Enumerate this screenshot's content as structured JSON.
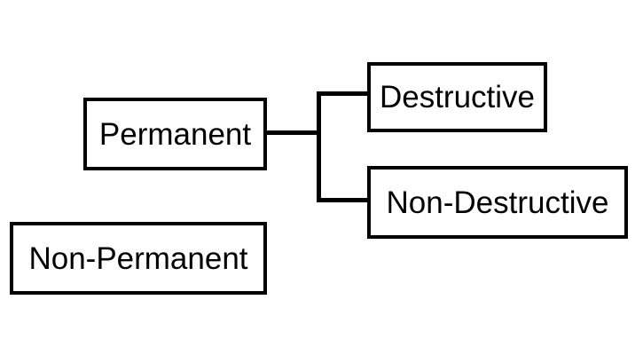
{
  "diagram": {
    "type": "tree",
    "background_color": "#ffffff",
    "node_fill_color": "#ffffff",
    "node_border_color": "#000000",
    "text_color": "#000000",
    "connector_color": "#000000",
    "nodes": [
      {
        "id": "permanent",
        "label": "Permanent"
      },
      {
        "id": "destructive",
        "label": "Destructive"
      },
      {
        "id": "non_destructive",
        "label": "Non-Destructive"
      },
      {
        "id": "non_permanent",
        "label": "Non-Permanent"
      }
    ],
    "edges": [
      {
        "from": "Permanent",
        "to": "Destructive"
      },
      {
        "from": "Permanent",
        "to": "Non-Destructive"
      }
    ]
  }
}
